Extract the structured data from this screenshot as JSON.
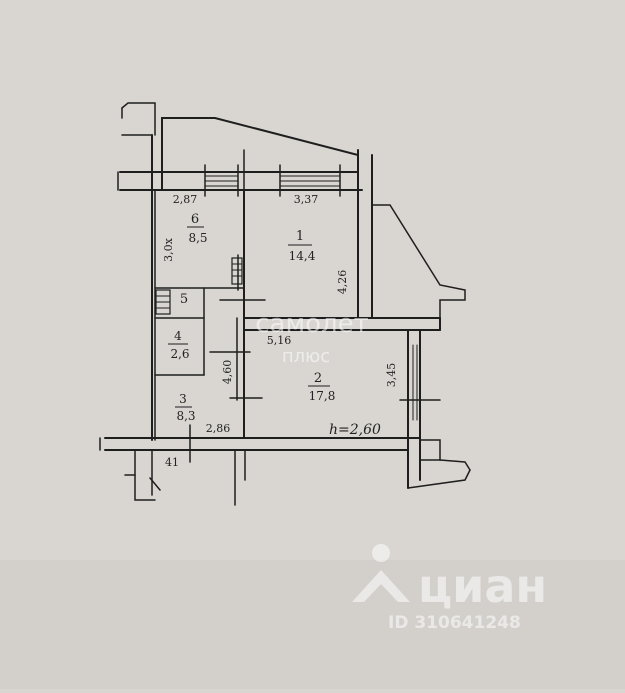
{
  "plan": {
    "rooms": [
      {
        "number": "1",
        "area": "14,4"
      },
      {
        "number": "2",
        "area": "17,8"
      },
      {
        "number": "3",
        "area": "8,3"
      },
      {
        "number": "4",
        "area": "2,6"
      },
      {
        "number": "5",
        "area": ""
      },
      {
        "number": "6",
        "area": "8,5"
      }
    ],
    "dimensions": [
      "2,87",
      "3,37",
      "3,0x",
      "4,26",
      "5,16",
      "3,45",
      "4,60",
      "2,86",
      "41"
    ],
    "ceiling_height": "h=2,60"
  },
  "watermarks": {
    "samolet_logo": "самолет",
    "samolet_sub": "плюс",
    "cian_logo": "циан",
    "cian_id": "ID 310641248"
  },
  "colors": {
    "paper": "#d9d6d2",
    "ink": "#1e1e1e",
    "watermark": "#ffffff"
  }
}
